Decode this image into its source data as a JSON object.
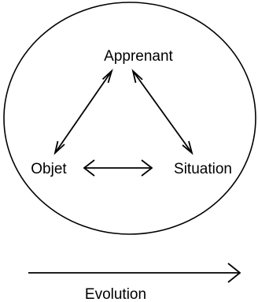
{
  "nodes": {
    "apprenant": "Apprenant",
    "objet": "Objet",
    "situation": "Situation"
  },
  "axis": {
    "label": "Evolution"
  },
  "colors": {
    "stroke": "#000000",
    "background": "#ffffff"
  }
}
